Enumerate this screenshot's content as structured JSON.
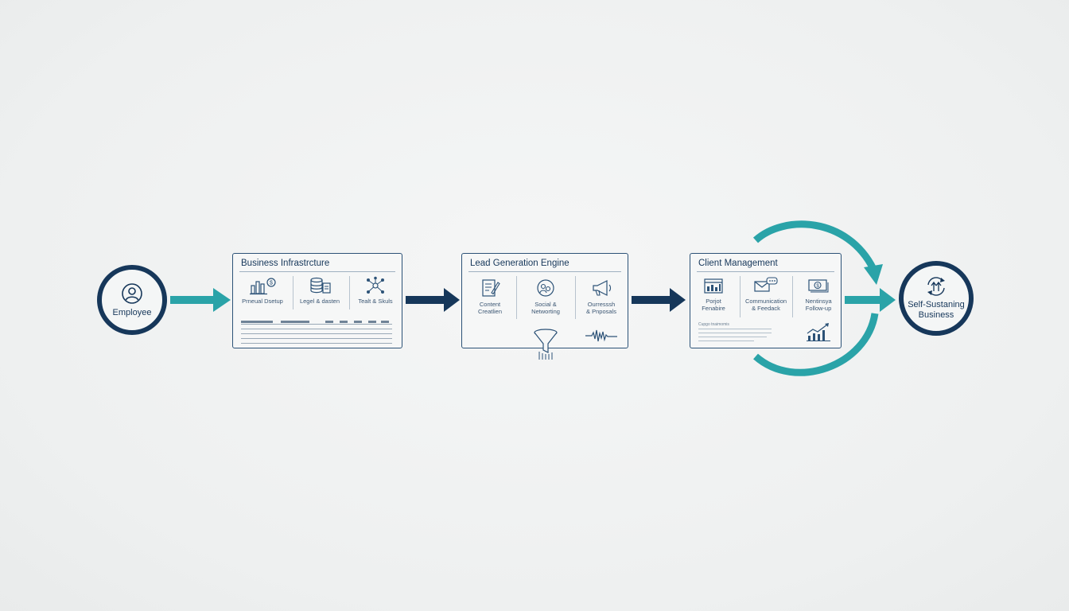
{
  "colors": {
    "navy": "#16375a",
    "teal": "#2aa3a8",
    "panel_border": "#2c5277"
  },
  "nodes": {
    "start": {
      "label": "Employee",
      "icon": "person-icon"
    },
    "end": {
      "label": "Self-Sustaning Business",
      "line1": "Self-Sustaning",
      "line2": "Business",
      "icon": "cycle-up-arrows-icon"
    }
  },
  "panels": {
    "infrastructure": {
      "title": "Business Infrastrcture",
      "items": [
        {
          "label": "Prneual Dsetup",
          "icon": "bar-chart-coin-icon"
        },
        {
          "label": "Legel & dasten",
          "icon": "database-document-icon"
        },
        {
          "label": "Tealt & Skuls",
          "icon": "network-nodes-icon"
        }
      ]
    },
    "lead": {
      "title": "Lead Generation Engine",
      "items": [
        {
          "line1": "Content",
          "line2": "Creatlien",
          "icon": "document-edit-icon"
        },
        {
          "line1": "Social &",
          "line2": "Networting",
          "icon": "people-chat-icon"
        },
        {
          "line1": "Ourresssh",
          "line2": "& Pnposals",
          "icon": "megaphone-icon"
        }
      ],
      "extras": [
        "funnel-icon",
        "waveform-icon"
      ]
    },
    "client": {
      "title": "Client Management",
      "items": [
        {
          "line1": "Porjot",
          "line2": "Fenabire",
          "icon": "calendar-chart-icon"
        },
        {
          "line1": "Communication",
          "line2": "& Feedack",
          "icon": "envelope-chat-icon"
        },
        {
          "line1": "Nentinsya",
          "line2": "Follow-up",
          "icon": "money-icon"
        }
      ],
      "note": "Cupgo tnaimomis",
      "extras": [
        "growth-chart-icon"
      ]
    }
  }
}
